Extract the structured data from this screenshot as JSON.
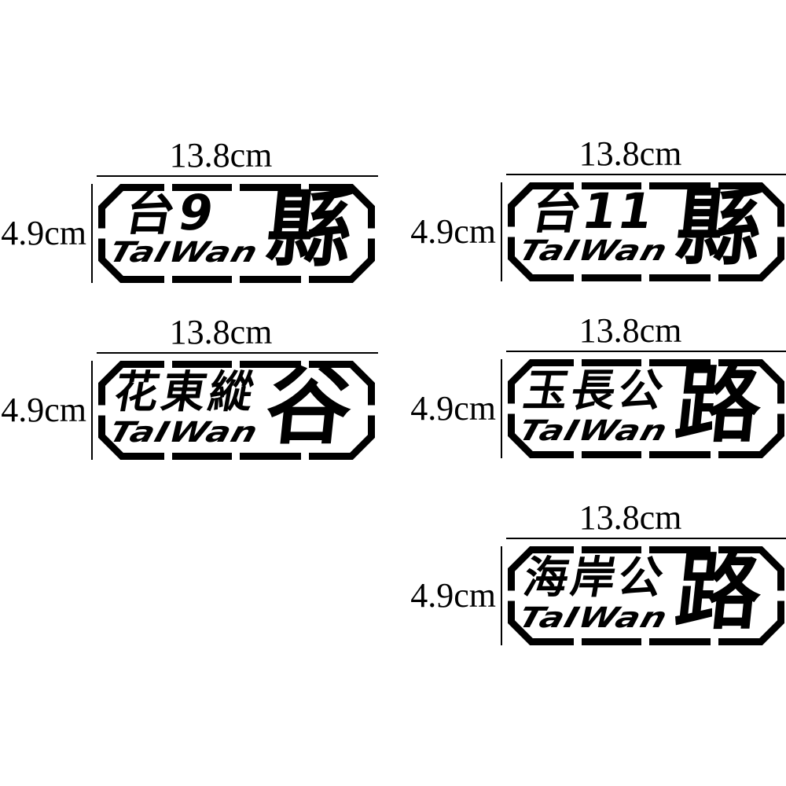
{
  "page": {
    "background_color": "#ffffff",
    "ink_color": "#000000",
    "description": "Five Taiwan highway badge decals with dimension annotations"
  },
  "figures": [
    {
      "width_label": "13.8cm",
      "height_label": "4.9cm",
      "sticker": {
        "route_text": "台9",
        "suffix_char": "縣",
        "brand_text": "TaIWan"
      }
    },
    {
      "width_label": "13.8cm",
      "height_label": "4.9cm",
      "sticker": {
        "route_text": "台11",
        "suffix_char": "縣",
        "brand_text": "TaIWan"
      }
    },
    {
      "width_label": "13.8cm",
      "height_label": "4.9cm",
      "sticker": {
        "route_text": "花東縱",
        "suffix_char": "谷",
        "brand_text": "TaIWan"
      }
    },
    {
      "width_label": "13.8cm",
      "height_label": "4.9cm",
      "sticker": {
        "route_text": "玉長公",
        "suffix_char": "路",
        "brand_text": "TaIWan"
      }
    },
    {
      "width_label": "13.8cm",
      "height_label": "4.9cm",
      "sticker": {
        "route_text": "海岸公",
        "suffix_char": "路",
        "brand_text": "TaIWan"
      }
    }
  ]
}
